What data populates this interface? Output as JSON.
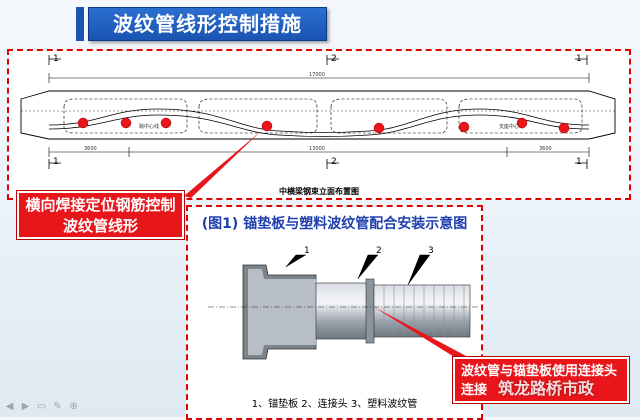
{
  "slide": {
    "title": "波纹管线形控制措施",
    "drawing_caption": "中横梁钢束立面布置图",
    "section_marks": {
      "left": "1",
      "mid": "2",
      "right": "1"
    },
    "dimensions": {
      "total": "17000",
      "left": "3600",
      "mid": "13000",
      "right": "3600"
    },
    "box_labels": {
      "left": "跨中心线",
      "mid": "",
      "right": "支座中心线"
    },
    "callout_1": "横向焊接定位钢筋控制波纹管线形",
    "install_title": "(图1) 锚垫板与塑料波纹管配合安装示意图",
    "install_parts": {
      "p1": "1",
      "p2": "2",
      "p3": "3"
    },
    "install_caption": "1、锚垫板   2、连接头   3、塑料波纹管",
    "callout_2": "波纹管与锚垫板使用连接头连接",
    "watermark": "筑龙路桥市政",
    "colors": {
      "accent_blue": "#1b54b2",
      "callout_red": "#e8151b",
      "duct_red": "#e8151b"
    },
    "nav_icons": [
      "prev-icon",
      "next-icon",
      "menu-icon",
      "pen-icon",
      "zoom-icon"
    ]
  }
}
